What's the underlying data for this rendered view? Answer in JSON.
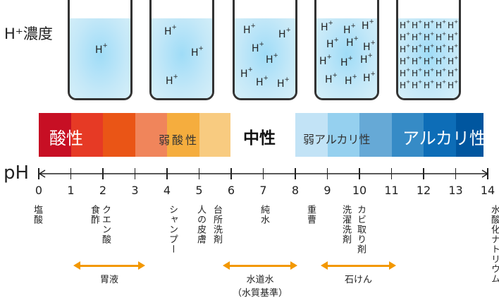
{
  "h_concentration_label": "H⁺濃度",
  "ion_label": "H",
  "ion_charge": "+",
  "beaker_ion_counts": [
    1,
    3,
    7,
    12,
    30
  ],
  "bands": {
    "acid": "酸性",
    "weak_acid": "弱酸性",
    "neutral": "中性",
    "weak_alkaline": "弱アルカリ性",
    "alkaline": "アルカリ性"
  },
  "band_colors": [
    "#c70f24",
    "#e63a25",
    "#ea5516",
    "#f0855b",
    "#f5ad3e",
    "#f8cb80",
    "#ffffff",
    "#ffffff",
    "#c2e3f6",
    "#95d0ef",
    "#66a9d6",
    "#368bc6",
    "#0d6db7",
    "#00569f"
  ],
  "ph_label": "pH",
  "ph_ticks": [
    "0",
    "1",
    "2",
    "3",
    "4",
    "5",
    "6",
    "7",
    "8",
    "9",
    "10",
    "11",
    "12",
    "13",
    "14"
  ],
  "substances": [
    {
      "name": "塩酸",
      "ph": 0
    },
    {
      "name": "食酢",
      "ph": 2
    },
    {
      "name": "クエン酸",
      "ph": 2
    },
    {
      "name": "シャンプー",
      "ph": 4
    },
    {
      "name": "人の皮膚",
      "ph": 5
    },
    {
      "name": "台所洗剤",
      "ph": 5.5
    },
    {
      "name": "純水",
      "ph": 7
    },
    {
      "name": "重曹",
      "ph": 8.3
    },
    {
      "name": "洗濯洗剤",
      "ph": 9.5
    },
    {
      "name": "カビ取り剤",
      "ph": 10
    },
    {
      "name": "水酸化ナトリウム",
      "ph": 14
    }
  ],
  "ranges": [
    {
      "name": "胃液",
      "sub": "",
      "ph_from": 1,
      "ph_to": 3
    },
    {
      "name": "水道水",
      "sub": "（水質基準）",
      "ph_from": 5.8,
      "ph_to": 8.6
    },
    {
      "name": "石けん",
      "sub": "",
      "ph_from": 9,
      "ph_to": 11
    }
  ]
}
